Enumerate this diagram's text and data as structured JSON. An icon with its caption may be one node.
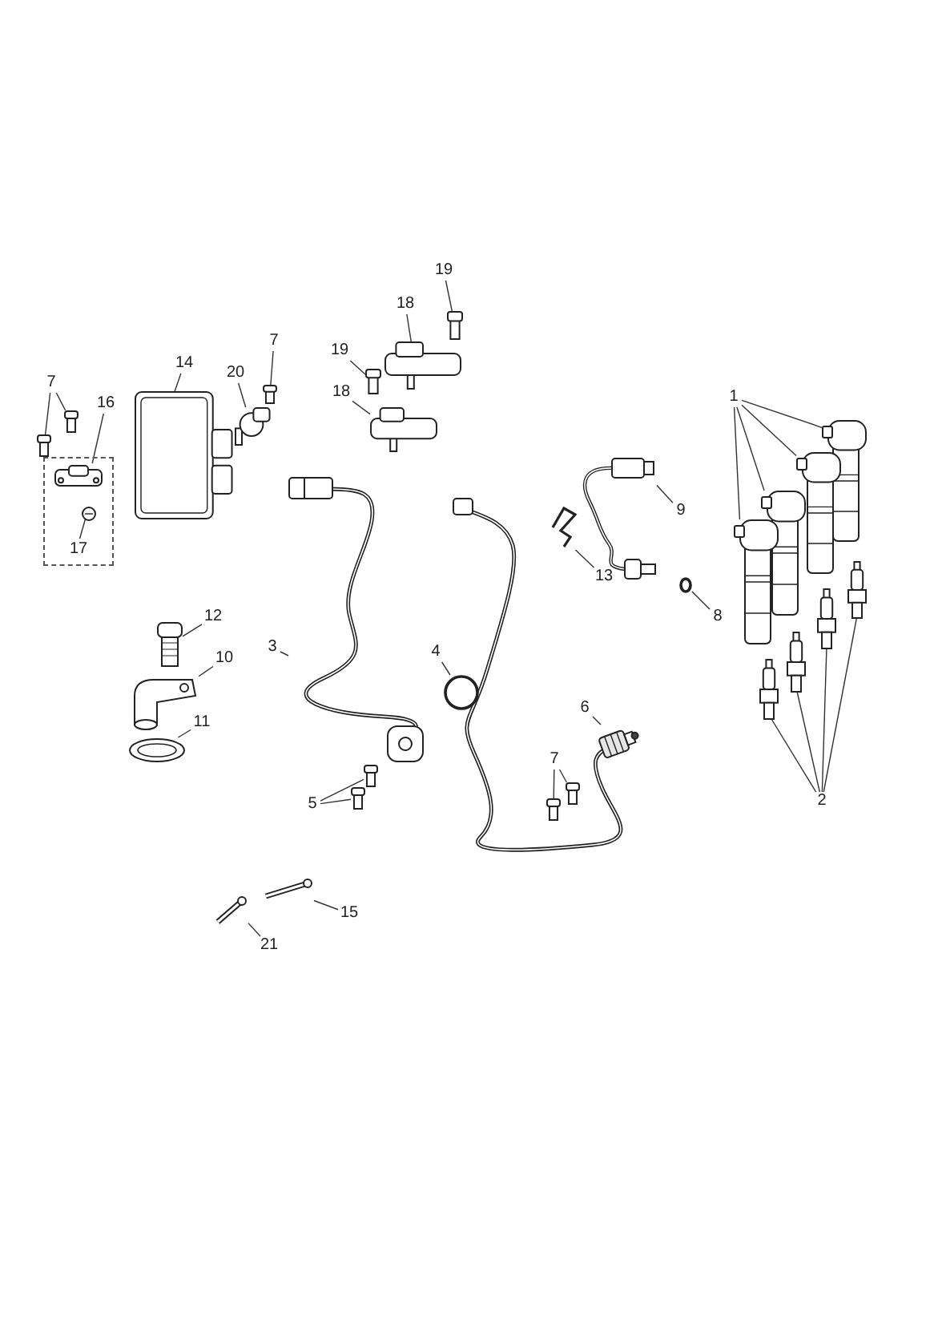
{
  "diagram": {
    "nodes": [
      {
        "text": [
          "19"
        ]
      },
      {
        "text": [],
        "shape": "picture"
      },
      {
        "text": [
          "18"
        ]
      },
      {
        "text": [],
        "shape": "picture"
      },
      {
        "text": [
          "7"
        ]
      },
      {
        "text": [],
        "shape": "picture"
      },
      {
        "text": [
          "19"
        ]
      },
      {
        "text": [],
        "shape": "picture"
      },
      {
        "text": [
          "14"
        ]
      },
      {
        "text": [],
        "shape": "picture"
      },
      {
        "text": [
          "20"
        ]
      },
      {
        "text": [],
        "shape": "picture"
      },
      {
        "text": [
          "18"
        ]
      },
      {
        "text": [],
        "shape": "picture"
      },
      {
        "text": [
          "7"
        ]
      },
      {
        "text": [],
        "shape": "picture"
      },
      {
        "text": [],
        "shape": "picture"
      },
      {
        "text": [
          "16"
        ]
      },
      {
        "text": [],
        "shape": "box"
      },
      {
        "text": [],
        "shape": "picture",
        "in": 18
      },
      {
        "text": [],
        "shape": "picture",
        "in": 18
      },
      {
        "text": [
          "17"
        ],
        "in": 18
      },
      {
        "text": [
          "1"
        ]
      },
      {
        "text": [],
        "shape": "picture"
      },
      {
        "text": [],
        "shape": "picture"
      },
      {
        "text": [],
        "shape": "picture"
      },
      {
        "text": [],
        "shape": "picture"
      },
      {
        "text": [],
        "shape": "picture"
      },
      {
        "text": [
          "9"
        ]
      },
      {
        "text": [],
        "shape": "picture"
      },
      {
        "text": [
          "13"
        ]
      },
      {
        "text": [
          "8"
        ]
      },
      {
        "text": [],
        "shape": "circle"
      },
      {
        "text": [
          "12"
        ]
      },
      {
        "text": [],
        "shape": "picture"
      },
      {
        "text": [
          "10"
        ]
      },
      {
        "text": [],
        "shape": "picture"
      },
      {
        "text": [
          "3"
        ]
      },
      {
        "text": [],
        "shape": "picture"
      },
      {
        "text": [
          "4"
        ]
      },
      {
        "text": [],
        "shape": "circle"
      },
      {
        "text": [
          "11"
        ]
      },
      {
        "text": [],
        "shape": "picture"
      },
      {
        "text": [
          "6"
        ]
      },
      {
        "text": [],
        "shape": "picture"
      },
      {
        "text": [],
        "shape": "picture"
      },
      {
        "text": [],
        "shape": "picture"
      },
      {
        "text": [],
        "shape": "picture"
      },
      {
        "text": [],
        "shape": "picture"
      },
      {
        "text": [
          "2"
        ]
      },
      {
        "text": [
          "7"
        ]
      },
      {
        "text": [],
        "shape": "picture"
      },
      {
        "text": [],
        "shape": "picture"
      },
      {
        "text": [
          "5"
        ]
      },
      {
        "text": [],
        "shape": "picture"
      },
      {
        "text": [],
        "shape": "picture"
      },
      {
        "text": [
          "15"
        ]
      },
      {
        "text": [],
        "shape": "picture"
      },
      {
        "text": [
          "21"
        ]
      },
      {
        "text": [],
        "shape": "picture"
      }
    ],
    "edges": [
      {
        "from": 0,
        "to": 1,
        "arrow": "none"
      },
      {
        "from": 2,
        "to": 3,
        "arrow": "none"
      },
      {
        "from": 4,
        "to": 5,
        "arrow": "none"
      },
      {
        "from": 6,
        "to": 7,
        "arrow": "none"
      },
      {
        "from": 8,
        "to": 9,
        "arrow": "none"
      },
      {
        "from": 10,
        "to": 11,
        "arrow": "none"
      },
      {
        "from": 12,
        "to": 13,
        "arrow": "none"
      },
      {
        "from": 14,
        "to": 15,
        "arrow": "none"
      },
      {
        "from": 14,
        "to": 16,
        "arrow": "none"
      },
      {
        "from": 17,
        "to": 19,
        "arrow": "none"
      },
      {
        "from": 21,
        "to": 20,
        "arrow": "none"
      },
      {
        "from": 22,
        "to": 23,
        "arrow": "none"
      },
      {
        "from": 22,
        "to": 24,
        "arrow": "none"
      },
      {
        "from": 22,
        "to": 25,
        "arrow": "none"
      },
      {
        "from": 22,
        "to": 26,
        "arrow": "none"
      },
      {
        "from": 28,
        "to": 27,
        "arrow": "none"
      },
      {
        "from": 30,
        "to": 29,
        "arrow": "none"
      },
      {
        "from": 31,
        "to": 32,
        "arrow": "none"
      },
      {
        "from": 33,
        "to": 34,
        "arrow": "none"
      },
      {
        "from": 35,
        "to": 36,
        "arrow": "none"
      },
      {
        "from": 37,
        "to": 38,
        "arrow": "none"
      },
      {
        "from": 39,
        "to": 40,
        "arrow": "none"
      },
      {
        "from": 41,
        "to": 42,
        "arrow": "none"
      },
      {
        "from": 43,
        "to": 44,
        "arrow": "none"
      },
      {
        "from": 49,
        "to": 45,
        "arrow": "none"
      },
      {
        "from": 49,
        "to": 46,
        "arrow": "none"
      },
      {
        "from": 49,
        "to": 47,
        "arrow": "none"
      },
      {
        "from": 49,
        "to": 48,
        "arrow": "none"
      },
      {
        "from": 50,
        "to": 51,
        "arrow": "none"
      },
      {
        "from": 50,
        "to": 52,
        "arrow": "none"
      },
      {
        "from": 53,
        "to": 54,
        "arrow": "none"
      },
      {
        "from": 53,
        "to": 55,
        "arrow": "none"
      },
      {
        "from": 56,
        "to": 57,
        "arrow": "none"
      },
      {
        "from": 58,
        "to": 59,
        "arrow": "none"
      }
    ]
  }
}
